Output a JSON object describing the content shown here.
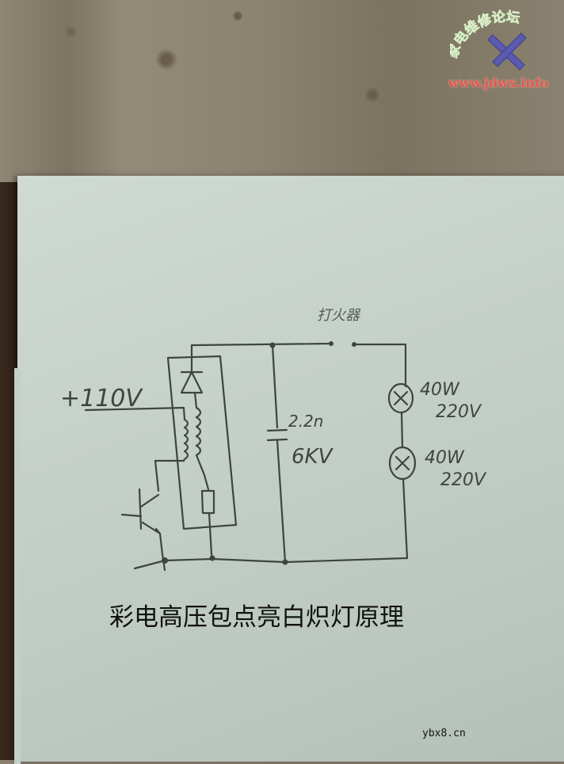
{
  "photo": {
    "background": "carpet",
    "paper_color": "#c8d3cb",
    "ink_color": "#3e4441"
  },
  "diagram": {
    "labels": {
      "supply": "+110V",
      "spark_gap": "打火器",
      "capacitor_value": "2.2n",
      "capacitor_voltage": "6KV",
      "lamp1_power": "40W",
      "lamp1_voltage": "220V",
      "lamp2_power": "40W",
      "lamp2_voltage": "220V"
    },
    "components": [
      "transistor",
      "flyback-transformer",
      "diode",
      "resistor",
      "capacitor",
      "spark-gap",
      "lamp",
      "lamp"
    ]
  },
  "caption": "彩电高压包点亮白炽灯原理",
  "watermarks": {
    "top_logo_text": "家电维修论坛",
    "top_url": "www.jdwx.info",
    "bottom": "ybx8.cn"
  }
}
